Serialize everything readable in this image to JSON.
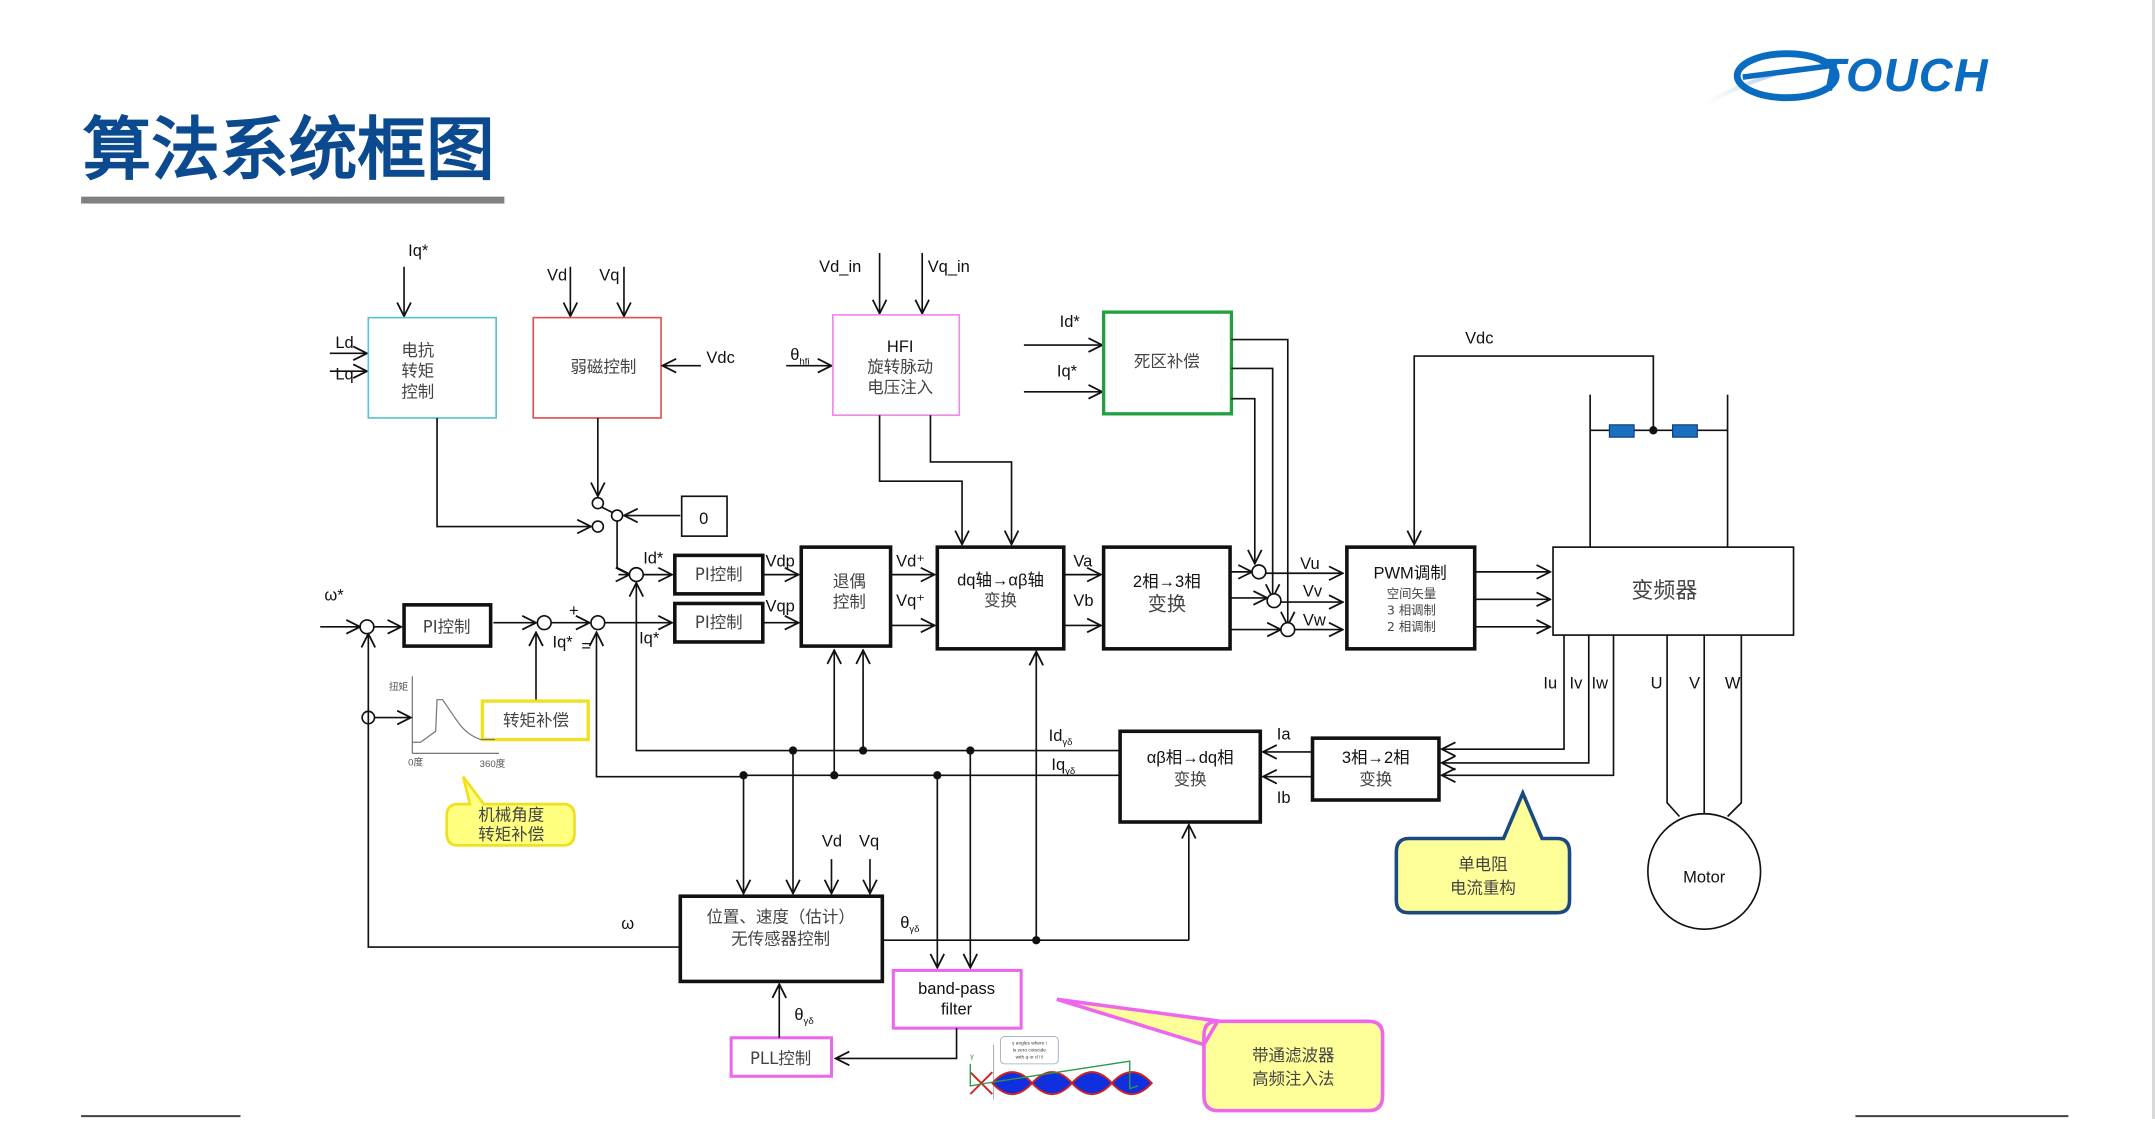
{
  "page": {
    "title": "算法系统框图",
    "logo_text": "TOUCH",
    "logo_color": "#0a6cc0",
    "title_color": "#0b4a8f"
  },
  "blocks": {
    "reactance_torque": {
      "lines": [
        "电抗",
        "转矩",
        "控制"
      ],
      "border": "#5bc0d0"
    },
    "field_weakening": {
      "label": "弱磁控制",
      "border": "#e05050"
    },
    "hfi": {
      "lines": [
        "HFI",
        "旋转脉动",
        "电压注入"
      ],
      "border": "#ee88ee"
    },
    "deadtime": {
      "label": "死区补偿",
      "border": "#20a040"
    },
    "zero_const": {
      "label": "0"
    },
    "pi_speed": {
      "label": "PI控制"
    },
    "pi_d": {
      "label": "PI控制"
    },
    "pi_q": {
      "label": "PI控制"
    },
    "decoupling": {
      "lines": [
        "退偶",
        "控制"
      ]
    },
    "dq_to_ab": {
      "lines": [
        "dq轴→αβ轴",
        "变换"
      ]
    },
    "two_to_three": {
      "lines": [
        "2相→3相",
        "变换"
      ]
    },
    "pwm": {
      "title": "PWM调制",
      "lines": [
        "空间矢量",
        "3 相调制",
        "2 相调制"
      ]
    },
    "inverter": {
      "label": "变频器"
    },
    "ab_to_dq": {
      "lines": [
        "αβ相→dq相",
        "变换"
      ]
    },
    "three_to_two": {
      "lines": [
        "3相→2相",
        "变换"
      ]
    },
    "torque_comp": {
      "label": "转矩补偿",
      "border": "#f0e020"
    },
    "sensorless": {
      "lines": [
        "位置、速度（估计）",
        "无传感器控制"
      ]
    },
    "bandpass": {
      "lines": [
        "band-pass",
        "filter"
      ],
      "border": "#ee66ee"
    },
    "pll": {
      "label": "PLL控制",
      "border": "#ee66ee"
    },
    "motor": {
      "label": "Motor"
    }
  },
  "signals": {
    "iq_star_top": "Iq*",
    "ld": "Ld",
    "lq": "Lq",
    "vd_fw": "Vd",
    "vq_fw": "Vq",
    "vdc_fw": "Vdc",
    "vd_in": "Vd_in",
    "vq_in": "Vq_in",
    "theta_hfi": "θ",
    "theta_hfi_sub": "hfi",
    "id_star_dt": "Id*",
    "iq_star_dt": "Iq*",
    "vdc_top": "Vdc",
    "omega_star": "ω*",
    "id_star": "Id*",
    "iq_star_loop": "Iq*",
    "iq_star_speed": "Iq*",
    "plus": "+",
    "minus": "=",
    "vdp": "Vdp",
    "vqp": "Vqp",
    "vd_plus": "Vd⁺",
    "vq_plus": "Vq⁺",
    "va": "Va",
    "vb": "Vb",
    "vu": "Vu",
    "vv": "Vv",
    "vw": "Vw",
    "iu": "Iu",
    "iv": "Iv",
    "iw": "Iw",
    "u": "U",
    "v": "V",
    "w": "W",
    "ia": "Ia",
    "ib": "Ib",
    "id_gd": "Id",
    "iq_gd": "Iq",
    "gd_sub": "γδ",
    "vd_est": "Vd",
    "vq_est": "Vq",
    "omega": "ω",
    "theta_gd": "θ",
    "theta_gd_pll": "θ"
  },
  "torque_curve": {
    "y_label": "扭矩",
    "x_start": "0度",
    "x_end": "360度"
  },
  "callouts": {
    "mech_angle": {
      "lines": [
        "机械角度",
        "转矩补偿"
      ],
      "fill": "#ffff80",
      "border": "#f0e020"
    },
    "single_shunt": {
      "lines": [
        "单电阻",
        "电流重构"
      ],
      "fill": "#ffff99",
      "border": "#1a4a80"
    },
    "bandpass_hfi": {
      "lines": [
        "带通滤波器",
        "高频注入法"
      ],
      "fill": "#ffff99",
      "border": "#ee66ee"
    }
  },
  "waveform_inset": {
    "note_lines": [
      "γ angles where i",
      "is zero coincide",
      "with q or d !!!"
    ],
    "axis_label": "γ"
  },
  "colors": {
    "shunt_resistor": "#1a6fc0",
    "footer_line": "#404040",
    "title_underline": "#808080"
  }
}
